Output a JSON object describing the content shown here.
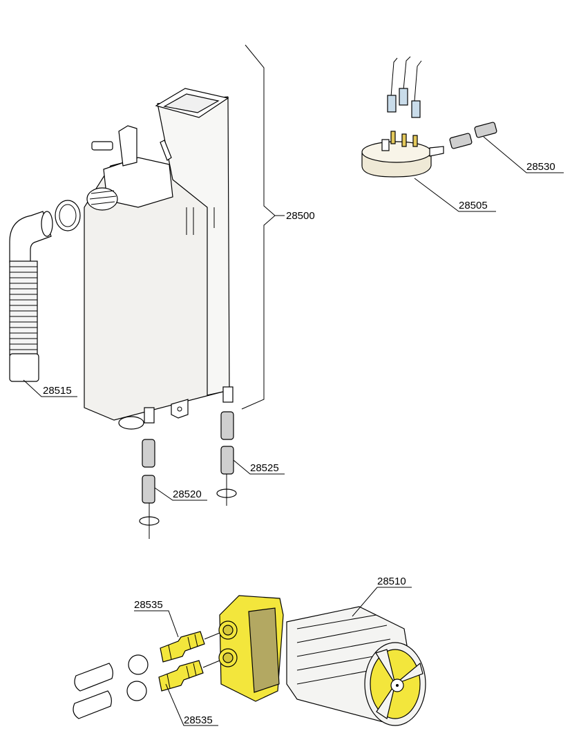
{
  "parts": {
    "tank_assembly": "28500",
    "pressure_switch": "28505",
    "pump": "28510",
    "drain_hose": "28515",
    "hose_left": "28520",
    "hose_right": "28525",
    "connector_hose": "28530",
    "hose_barb_top": "28535",
    "hose_barb_bottom": "28535"
  },
  "colors": {
    "tank_fill": "#f2f1ee",
    "tube_fill": "#cfcfcf",
    "pump_yellow": "#f3e63c",
    "pump_olive": "#b3a862",
    "switch_body": "#efe9d6",
    "terminal_blue": "#c9dcea"
  }
}
